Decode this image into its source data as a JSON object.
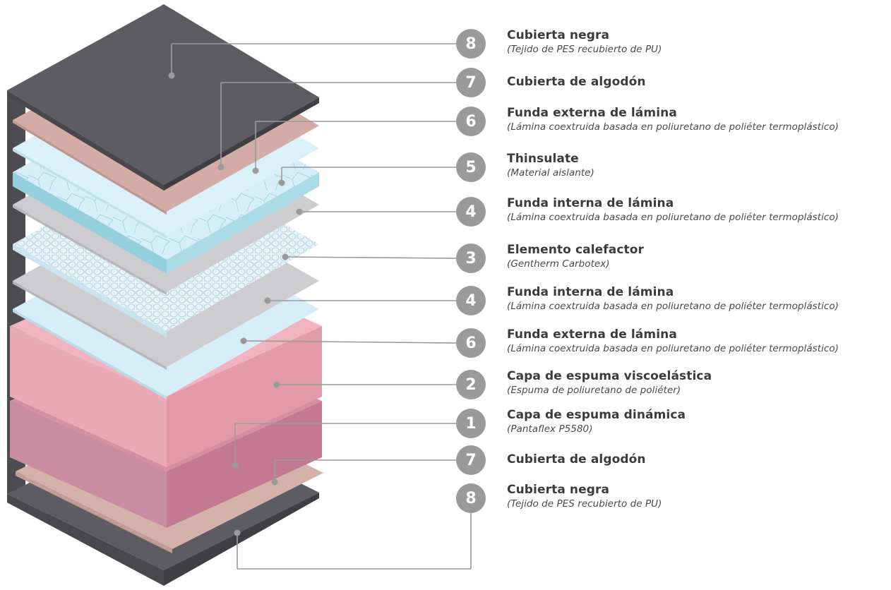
{
  "layers": [
    {
      "number": "8",
      "title": "Cubierta negra",
      "subtitle": "(Tejido de PES recubierto de PU)",
      "color": "#5d5d61"
    },
    {
      "number": "7",
      "title": "Cubierta de algodón",
      "subtitle": "",
      "color": "#d3ada5"
    },
    {
      "number": "6",
      "title": "Funda externa de lámina",
      "subtitle": "(Lámina coextruida basada en poliuretano de poliéter termoplástico)",
      "color": "#d9f0f9"
    },
    {
      "number": "5",
      "title": "Thinsulate",
      "subtitle": "(Material aislante)",
      "color": "#bfe4ee"
    },
    {
      "number": "4",
      "title": "Funda interna de lámina",
      "subtitle": "(Lámina coextruida basada en poliuretano de poliéter termoplástico)",
      "color": "#cdcdcf"
    },
    {
      "number": "3",
      "title": "Elemento calefactor",
      "subtitle": "(Gentherm Carbotex)",
      "color": "#e3f2f7"
    },
    {
      "number": "4",
      "title": "Funda interna de lámina",
      "subtitle": "(Lámina coextruida basada en poliuretano de poliéter termoplástico)",
      "color": "#cdcdcf"
    },
    {
      "number": "6",
      "title": "Funda externa de lámina",
      "subtitle": "(Lámina coextruida basada en poliuretano de poliéter termoplástico)",
      "color": "#d9f0f9"
    },
    {
      "number": "2",
      "title": "Capa de espuma viscoelástica",
      "subtitle": "(Espuma de poliuretano de poliéter)",
      "color": "#eaa8b4"
    },
    {
      "number": "1",
      "title": "Capa de espuma dinámica",
      "subtitle": "(Pantaflex P5580)",
      "color": "#cc8298"
    },
    {
      "number": "7",
      "title": "Cubierta de algodón",
      "subtitle": "",
      "color": "#d3ada5"
    },
    {
      "number": "8",
      "title": "Cubierta negra",
      "subtitle": "(Tejido de PES recubierto de PU)",
      "color": "#5d5d61"
    }
  ],
  "badge_color": "#9a9a9a",
  "leader_color": "#9a9a9a"
}
